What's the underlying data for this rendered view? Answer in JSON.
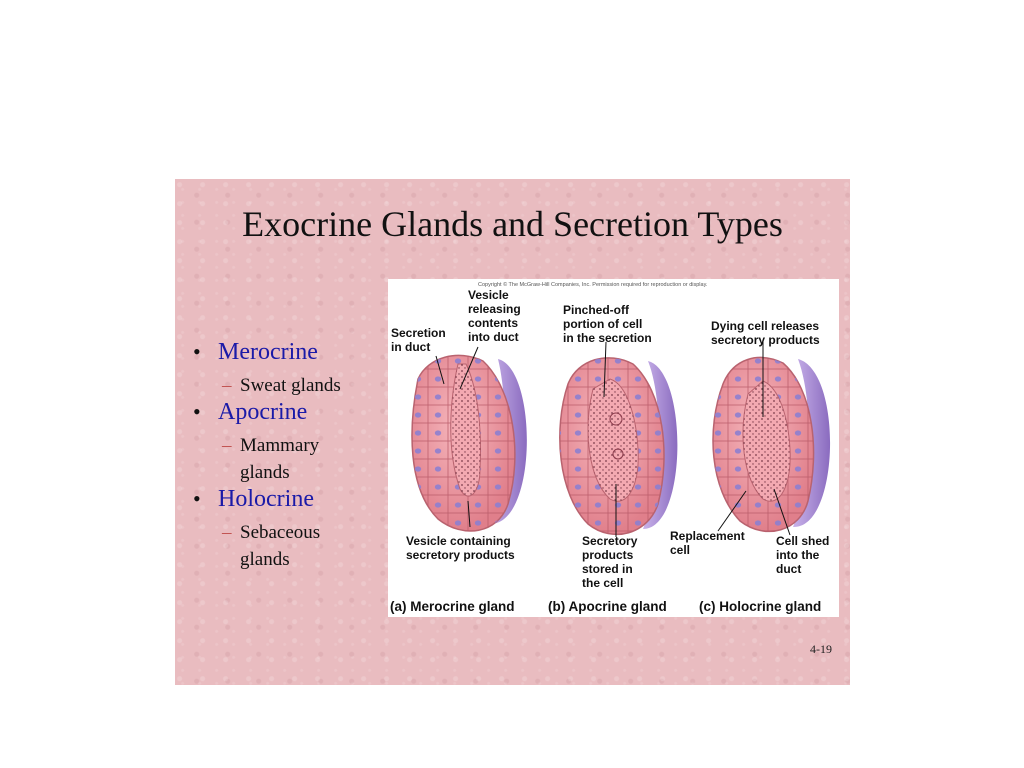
{
  "slide": {
    "title": "Exocrine Glands and Secretion Types",
    "page_number": "4-19"
  },
  "bullets": [
    {
      "label": "Merocrine",
      "sub": [
        "Sweat glands"
      ]
    },
    {
      "label": "Apocrine",
      "sub": [
        "Mammary",
        "glands"
      ]
    },
    {
      "label": "Holocrine",
      "sub": [
        "Sebaceous",
        "glands"
      ]
    }
  ],
  "figure": {
    "copyright": "Copyright © The McGraw-Hill Companies, Inc. Permission required for reproduction or display.",
    "labels": {
      "vesicle_releasing": [
        "Vesicle",
        "releasing",
        "contents",
        "into duct"
      ],
      "secretion_in_duct": [
        "Secretion",
        "in duct"
      ],
      "pinched_off": [
        "Pinched-off",
        "portion of cell",
        "in the secretion"
      ],
      "dying_cell": [
        "Dying cell releases",
        "secretory products"
      ],
      "vesicle_containing": [
        "Vesicle containing",
        "secretory products"
      ],
      "secretory_products": [
        "Secretory",
        "products",
        "stored in",
        "the cell"
      ],
      "replacement_cell": [
        "Replacement",
        "cell"
      ],
      "cell_shed": [
        "Cell shed",
        "into the",
        "duct"
      ]
    },
    "captions": [
      "(a) Merocrine gland",
      "(b) Apocrine gland",
      "(c) Holocrine gland"
    ]
  },
  "colors": {
    "slide_background": "#e9bcc0",
    "bullet_text": "#1a1aa8",
    "dash": "#c0504d",
    "gland_cell": "#ee9aa4",
    "gland_outer": "#a58ad0"
  }
}
